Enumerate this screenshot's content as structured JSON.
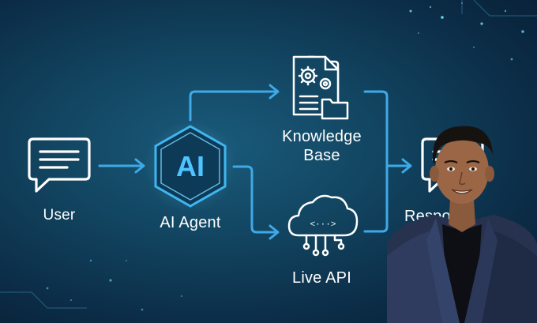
{
  "nodes": {
    "user": {
      "label": "User"
    },
    "agent": {
      "label": "AI Agent",
      "badge": "AI"
    },
    "knowledge": {
      "label_line1": "Knowledge",
      "label_line2": "Base"
    },
    "api": {
      "label": "Live API",
      "glyph": "<···>"
    },
    "response": {
      "label": "Respo"
    }
  },
  "icons": [
    "chat-bubble-icon",
    "ai-hexagon-icon",
    "document-gears-icon",
    "cloud-api-icon",
    "chat-bubble-icon"
  ],
  "colors": {
    "accent": "#3fa9e8",
    "icon_stroke": "#ffffff",
    "background": "#124662"
  }
}
